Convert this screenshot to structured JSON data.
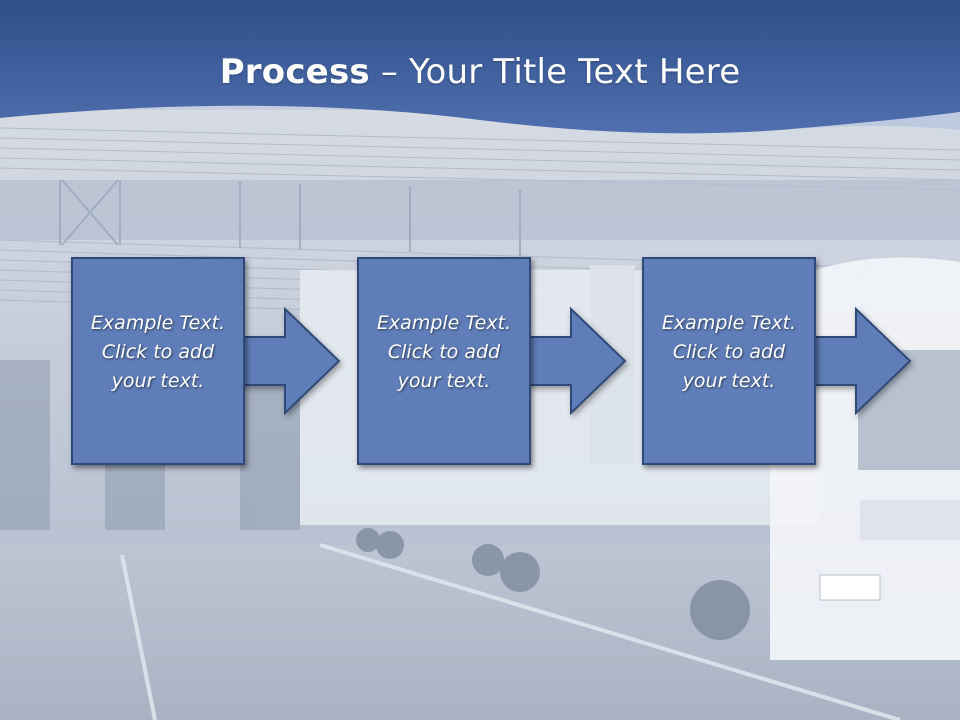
{
  "slide": {
    "title_bold": "Process",
    "title_rest": " – Your Title Text Here"
  },
  "steps": [
    {
      "lines": [
        "Example Text.",
        "Click  to add",
        "your text."
      ]
    },
    {
      "lines": [
        "Example Text.",
        "Click  to add",
        "your text."
      ]
    },
    {
      "lines": [
        "Example Text.",
        "Click  to add",
        "your text."
      ]
    }
  ],
  "colors": {
    "header_blue": "#3a5a94",
    "box_fill": "#5f7db8",
    "box_border": "#2f4a78",
    "text": "#ffffff"
  }
}
